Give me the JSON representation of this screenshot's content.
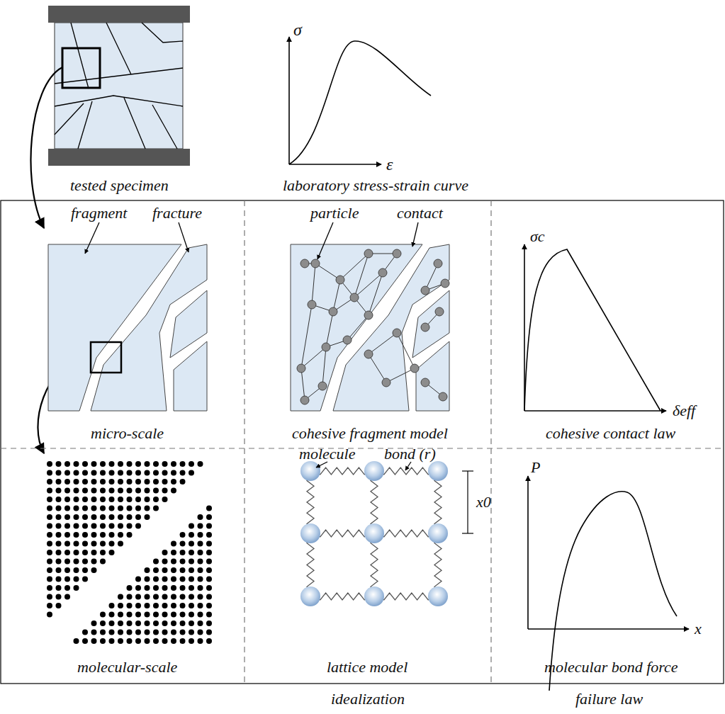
{
  "diagram": {
    "labels": [
      "σ",
      "ε",
      "tested specimen",
      "laboratory stress-strain curve",
      "fragment",
      "fracture",
      "particle",
      "contact",
      "σc",
      "δeff",
      "micro-scale",
      "cohesive fragment model",
      "cohesive contact law",
      "molecule",
      "bond (r)",
      "x0",
      "P",
      "x",
      "molecular-scale",
      "lattice model",
      "molecular bond force",
      "idealization",
      "failure law"
    ]
  }
}
